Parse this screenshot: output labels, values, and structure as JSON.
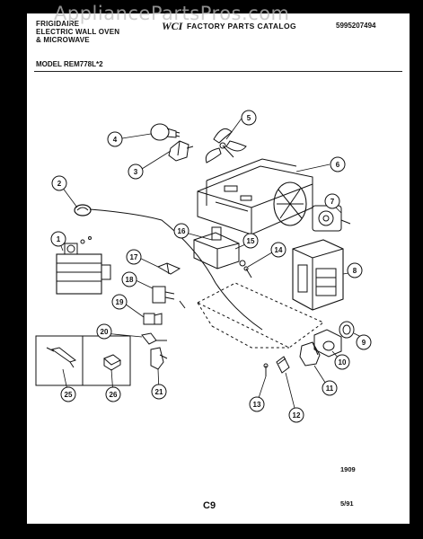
{
  "header": {
    "brand_line1": "FRIGIDAIRE",
    "brand_line2": "ELECTRIC WALL OVEN",
    "brand_line3": "& MICROWAVE",
    "catalog_logo": "WCI",
    "catalog_title": "FACTORY PARTS CATALOG",
    "catalog_number": "5995207494",
    "model": "MODEL REM778L*2"
  },
  "watermark": "AppliancePartsPros.com",
  "footer": {
    "ref_code": "1909",
    "page_code": "C9",
    "date_code": "5/91"
  },
  "callouts": [
    "1",
    "2",
    "3",
    "4",
    "5",
    "6",
    "7",
    "8",
    "9",
    "10",
    "11",
    "12",
    "13",
    "14",
    "15",
    "16",
    "17",
    "18",
    "19",
    "20",
    "21",
    "25",
    "26"
  ],
  "colors": {
    "background": "#000000",
    "sheet": "#ffffff",
    "ink": "#111111",
    "watermark": "#bebebe"
  }
}
